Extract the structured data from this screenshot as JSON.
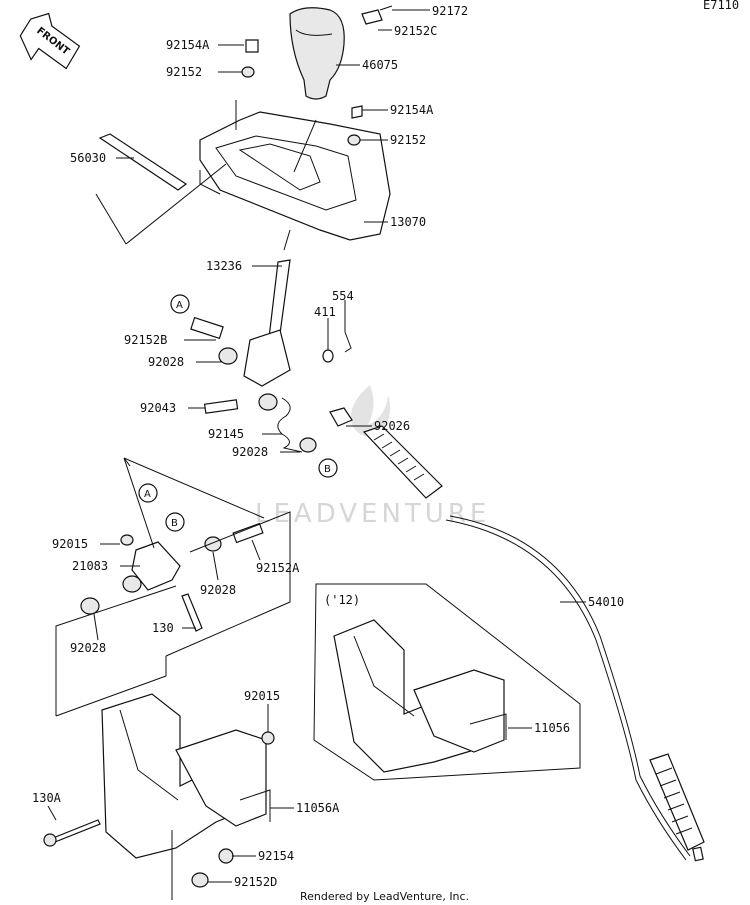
{
  "diagram": {
    "code": "E7110",
    "front_arrow": "FRONT",
    "watermark": "LEADVENTURE",
    "footer": "Rendered by LeadVenture, Inc.",
    "year_note": "('12)",
    "callouts": {
      "a1": "A",
      "a2": "A",
      "b1": "B",
      "b2": "B"
    },
    "parts": {
      "p92172": "92172",
      "p92152C": "92152C",
      "p92154A_top": "92154A",
      "p92152_top": "92152",
      "p46075": "46075",
      "p92154A_mid": "92154A",
      "p92152_mid": "92152",
      "p56030": "56030",
      "p13070": "13070",
      "p13236": "13236",
      "p554": "554",
      "p411": "411",
      "p92152B": "92152B",
      "p92028_a": "92028",
      "p92043": "92043",
      "p92026": "92026",
      "p92145": "92145",
      "p92028_b": "92028",
      "p92015_a": "92015",
      "p21083": "21083",
      "p92028_c": "92028",
      "p92152A": "92152A",
      "p130": "130",
      "p92028_d": "92028",
      "p54010": "54010",
      "p11056": "11056",
      "p92015_b": "92015",
      "p11056A": "11056A",
      "p130A": "130A",
      "p92154": "92154",
      "p92152D": "92152D"
    }
  }
}
